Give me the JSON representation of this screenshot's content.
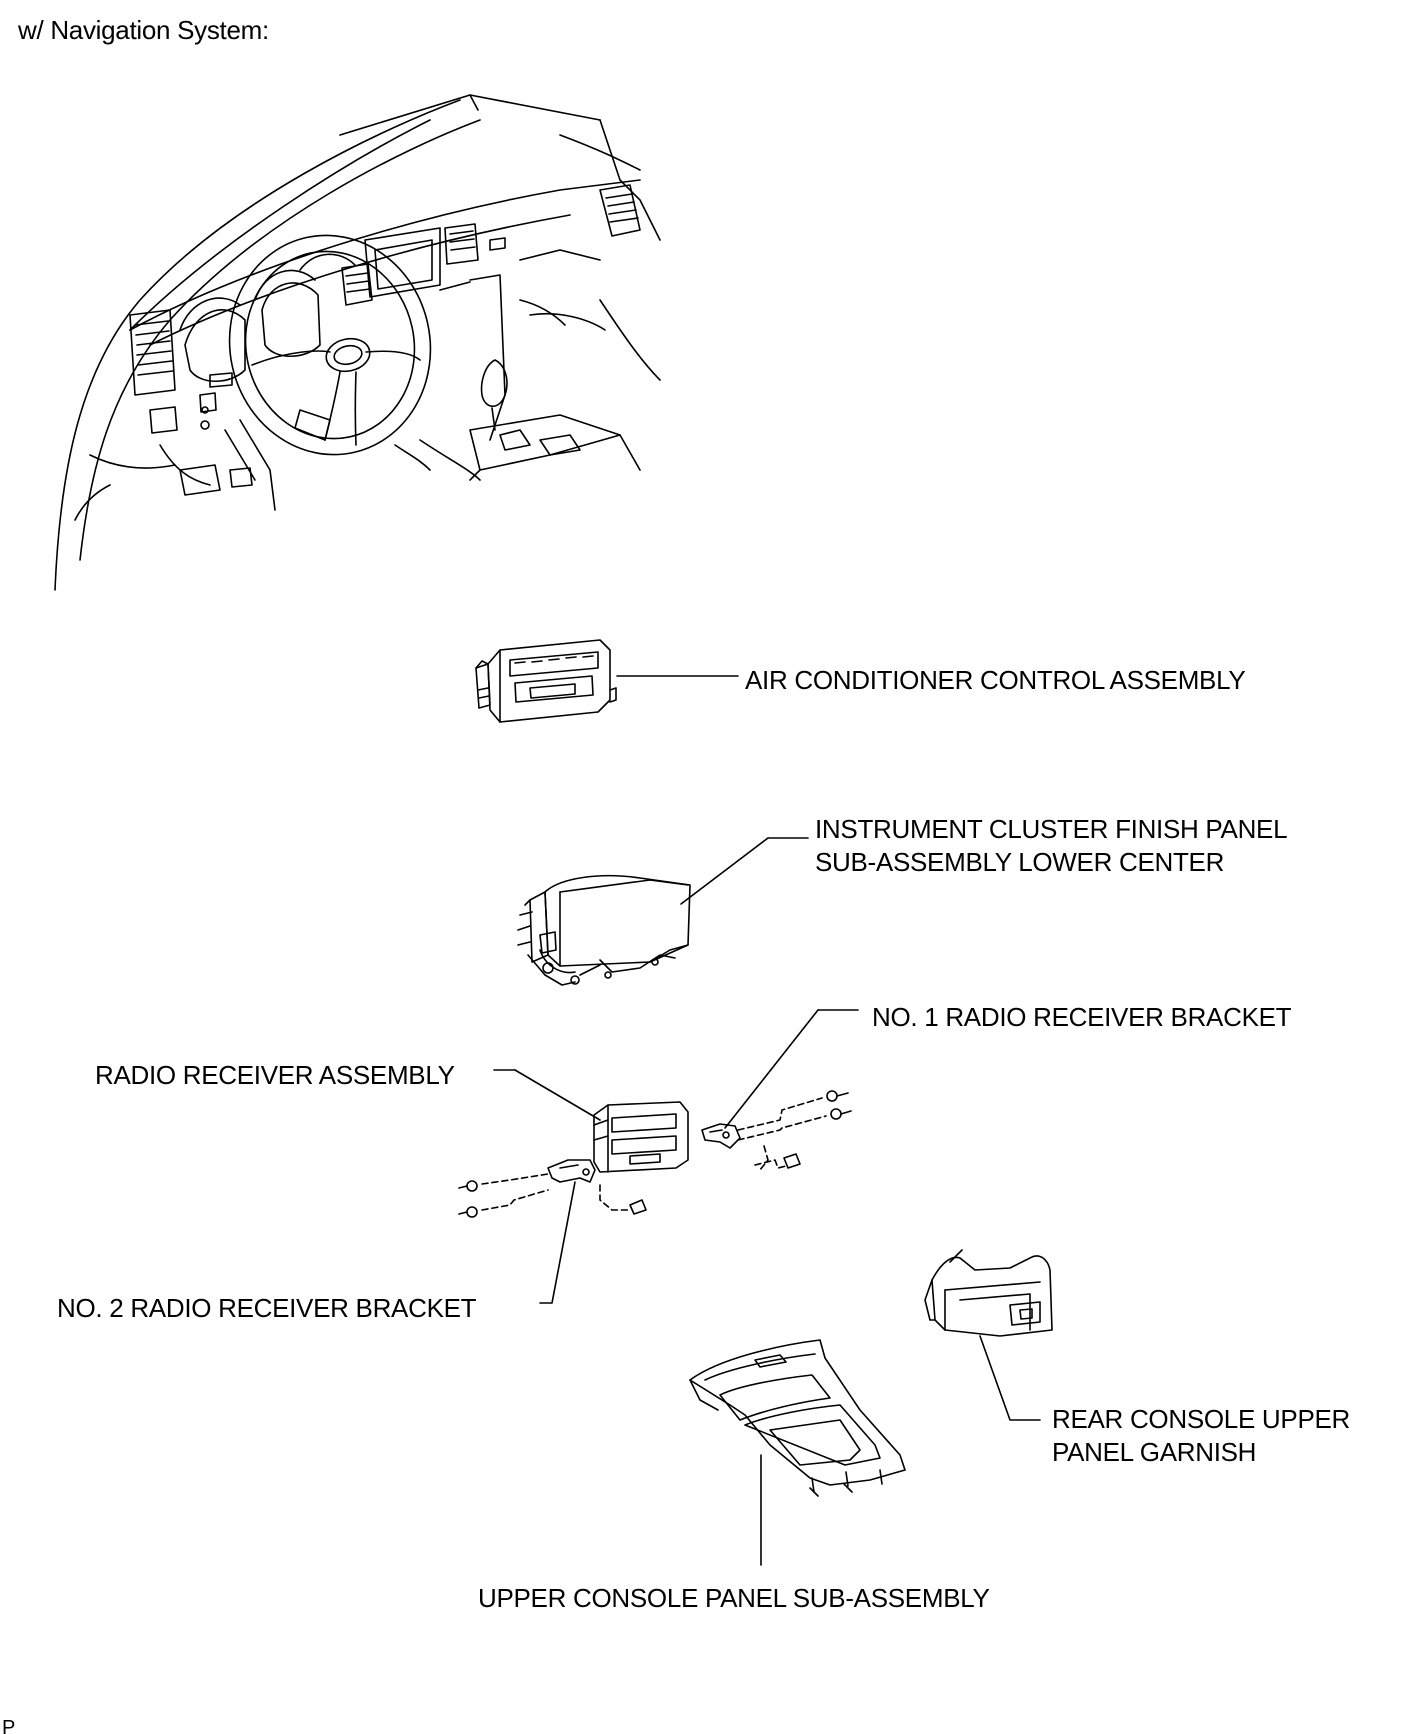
{
  "header": {
    "title": "w/ Navigation System:"
  },
  "labels": {
    "air_conditioner": "AIR CONDITIONER CONTROL ASSEMBLY",
    "instrument_cluster": [
      "INSTRUMENT CLUSTER FINISH PANEL",
      "SUB-ASSEMBLY LOWER CENTER"
    ],
    "no1_bracket": "NO. 1 RADIO RECEIVER BRACKET",
    "radio_receiver": "RADIO RECEIVER ASSEMBLY",
    "no2_bracket": "NO. 2 RADIO RECEIVER BRACKET",
    "rear_console": [
      "REAR CONSOLE UPPER",
      "PANEL GARNISH"
    ],
    "upper_console": "UPPER CONSOLE PANEL SUB-ASSEMBLY"
  },
  "footer": {
    "code": "P"
  }
}
